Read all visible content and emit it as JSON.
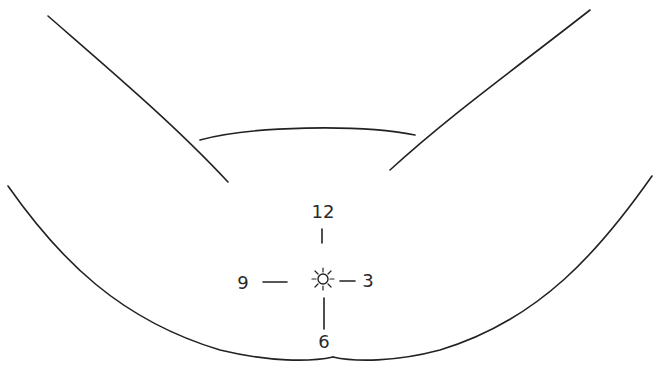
{
  "diagram": {
    "labels": [
      "12",
      "9",
      "3",
      "6"
    ]
  }
}
